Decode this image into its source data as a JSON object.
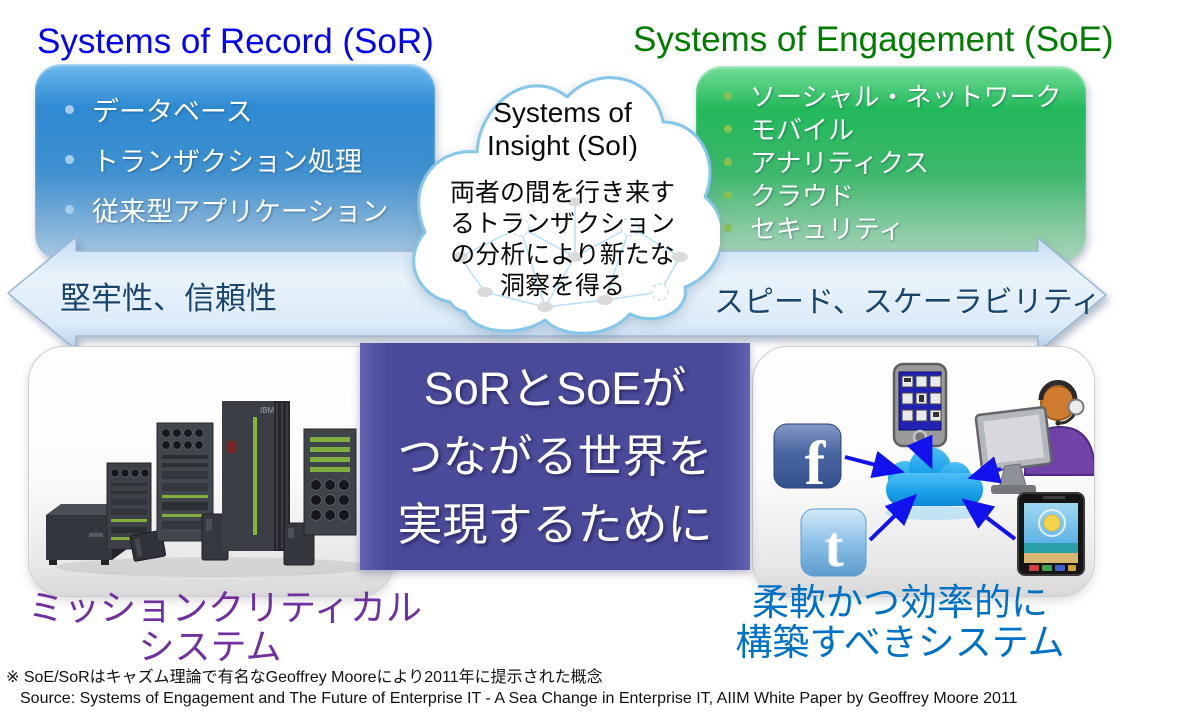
{
  "titles": {
    "left": "Systems of Record (SoR)",
    "right": "Systems of Engagement (SoE)"
  },
  "sor_box": {
    "items": [
      "データベース",
      "トランザクション処理",
      "従来型アプリケーション"
    ]
  },
  "soe_box": {
    "items": [
      "ソーシャル・ネットワーク",
      "モバイル",
      "アナリティクス",
      "クラウド",
      "セキュリティ"
    ]
  },
  "insight": {
    "title1": "Systems of",
    "title2": "Insight (SoI)",
    "desc1": "両者の間を行き来す",
    "desc2": "るトランザクション",
    "desc3": "の分析により新たな",
    "desc4": "洞察を得る"
  },
  "arrow": {
    "left_label": "堅牢性、信頼性",
    "right_label": "スピード、スケーラビリティ"
  },
  "center": {
    "line1": "SoRとSoEが",
    "line2": "つながる世界を",
    "line3": "実現するために"
  },
  "labels": {
    "bottom_left1": "ミッションクリティカル",
    "bottom_left2": "システム",
    "bottom_right1": "柔軟かつ効率的に",
    "bottom_right2": "構築すべきシステム"
  },
  "footnotes": {
    "line1": "※ SoE/SoRはキャズム理論で有名なGeoffrey Mooreにより2011年に提示された概念",
    "line2": "Source: Systems of Engagement and The Future of Enterprise IT - A Sea Change in Enterprise IT, AIIM White Paper by Geoffrey Moore 2011"
  },
  "icons": {
    "insight_cloud": "insight-cloud-icon",
    "servers": "server-cluster-icon",
    "facebook": "facebook-icon",
    "twitter": "twitter-icon",
    "smartphone": "smartphone-icon",
    "social_cloud": "cloud-icon",
    "operator": "call-center-agent-icon",
    "tablet": "tablet-icon"
  },
  "colors": {
    "sor_title": "#0404EE",
    "soe_title": "#007C00",
    "sor_box_top": "#2E8AD2",
    "soe_box_top": "#22B95A",
    "center_box_bg": "#4A4A9A",
    "arrow_fill_light": "#E9F3FB",
    "arrow_label": "#17456E",
    "bottom_left_label": "#7030A0",
    "bottom_right_label": "#0072C6",
    "connector_blue": "#1212EE"
  }
}
